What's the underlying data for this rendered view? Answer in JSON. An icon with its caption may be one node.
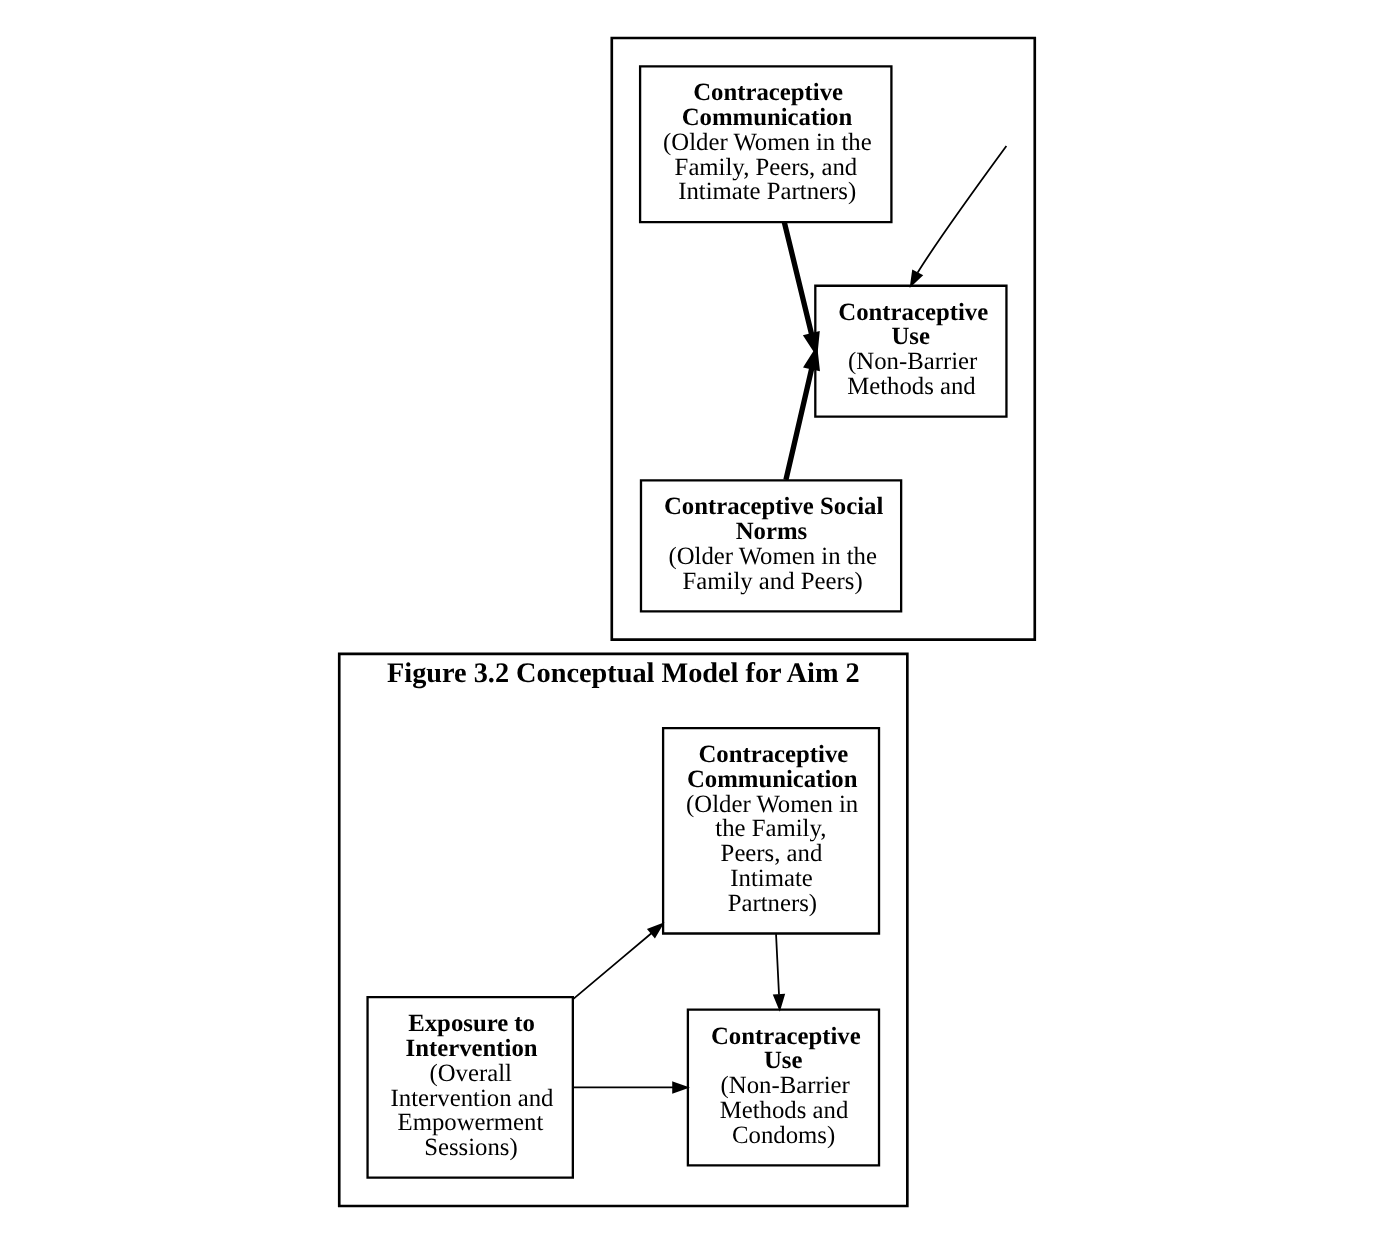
{
  "diagram": {
    "nodes": [
      {
        "text": [],
        "shape": "box"
      },
      {
        "text": [
          "Contraceptive Communication",
          "(Older Women in the Family, Peers, and Intimate Partners)"
        ],
        "in": 0
      },
      {
        "text": [
          "Contraceptive Social Norms",
          "(Older Women in the Family and Peers)"
        ],
        "in": 0
      },
      {
        "text": [
          "Contraceptive Use",
          "(Non-Barrier Methods and"
        ],
        "in": 0
      },
      {
        "text": [
          "Figure 3.2 Conceptual Model for Aim 2"
        ]
      },
      {
        "text": [
          "Contraceptive Communication",
          "(Older Women in the Family, Peers, and Intimate Partners)"
        ],
        "in": 4
      },
      {
        "text": [
          "Exposure to Intervention",
          "(Overall Intervention and Empowerment Sessions)"
        ],
        "in": 4
      },
      {
        "text": [
          "Contraceptive Use",
          "(Non-Barrier Methods and Condoms)"
        ],
        "in": 4
      }
    ],
    "edges": [
      {
        "from": 1,
        "to": 3,
        "arrow": "to",
        "style": "thick"
      },
      {
        "from": 2,
        "to": 3,
        "arrow": "to",
        "style": "thick"
      },
      {
        "from": null,
        "to": 3,
        "arrow": "to"
      },
      {
        "from": 6,
        "to": 5,
        "arrow": "to"
      },
      {
        "from": 5,
        "to": 7,
        "arrow": "to"
      },
      {
        "from": 6,
        "to": 7,
        "arrow": "to"
      }
    ]
  }
}
